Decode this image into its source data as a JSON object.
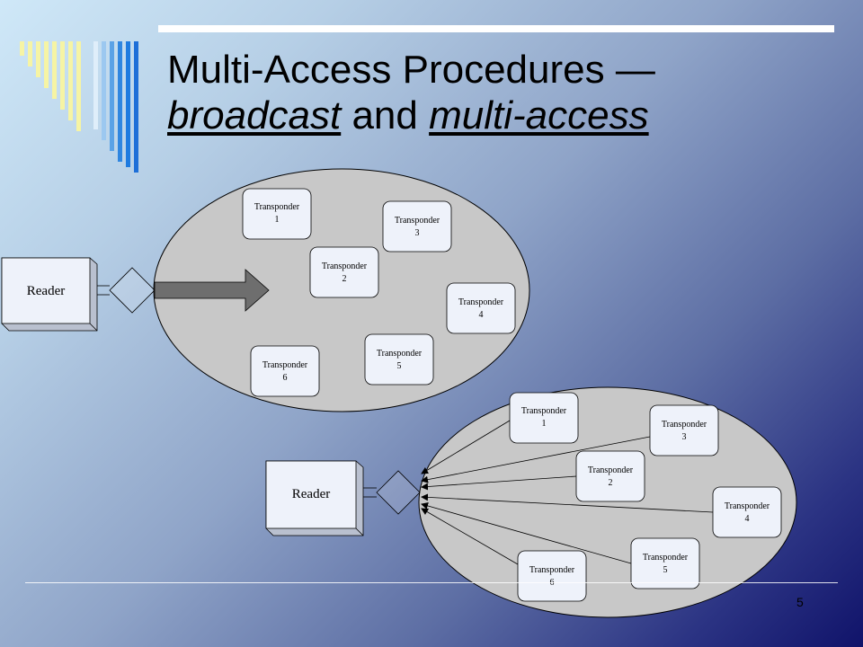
{
  "title": {
    "line1": "Multi-Access Procedures —",
    "line2_part1": "broadcast",
    "line2_mid": " and ",
    "line2_part2": "multi-access"
  },
  "page_number": "5",
  "diagram_top": {
    "reader_label": "Reader",
    "transponders": [
      {
        "line1": "Transponder",
        "line2": "1"
      },
      {
        "line1": "Transponder",
        "line2": "2"
      },
      {
        "line1": "Transponder",
        "line2": "3"
      },
      {
        "line1": "Transponder",
        "line2": "4"
      },
      {
        "line1": "Transponder",
        "line2": "5"
      },
      {
        "line1": "Transponder",
        "line2": "6"
      }
    ]
  },
  "diagram_bottom": {
    "reader_label": "Reader",
    "transponders": [
      {
        "line1": "Transponder",
        "line2": "1"
      },
      {
        "line1": "Transponder",
        "line2": "2"
      },
      {
        "line1": "Transponder",
        "line2": "3"
      },
      {
        "line1": "Transponder",
        "line2": "4"
      },
      {
        "line1": "Transponder",
        "line2": "5"
      },
      {
        "line1": "Transponder",
        "line2": "6"
      }
    ]
  },
  "colors": {
    "accent_blue": "#1e7be0",
    "accent_yellow": "#f6f4a4",
    "ellipse_fill": "#c8c8c8",
    "box_fill": "#eef2fa"
  }
}
